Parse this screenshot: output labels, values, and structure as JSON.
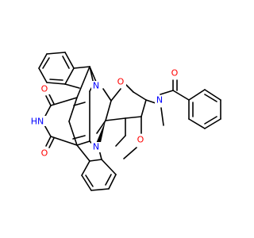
{
  "colors": {
    "background": "#ffffff",
    "bond": "#000000",
    "oxygen": "#ff0000",
    "nitrogen": "#0000ff"
  },
  "atoms": {
    "n_indole_top": "N",
    "n_indole_bottom": "N",
    "o_bridge": "O",
    "o_carbonyl_top": "O",
    "o_carbonyl_bottom": "O",
    "nh_imide": "HN",
    "o_methoxy": "O",
    "n_amide": "N",
    "o_amide": "O"
  }
}
